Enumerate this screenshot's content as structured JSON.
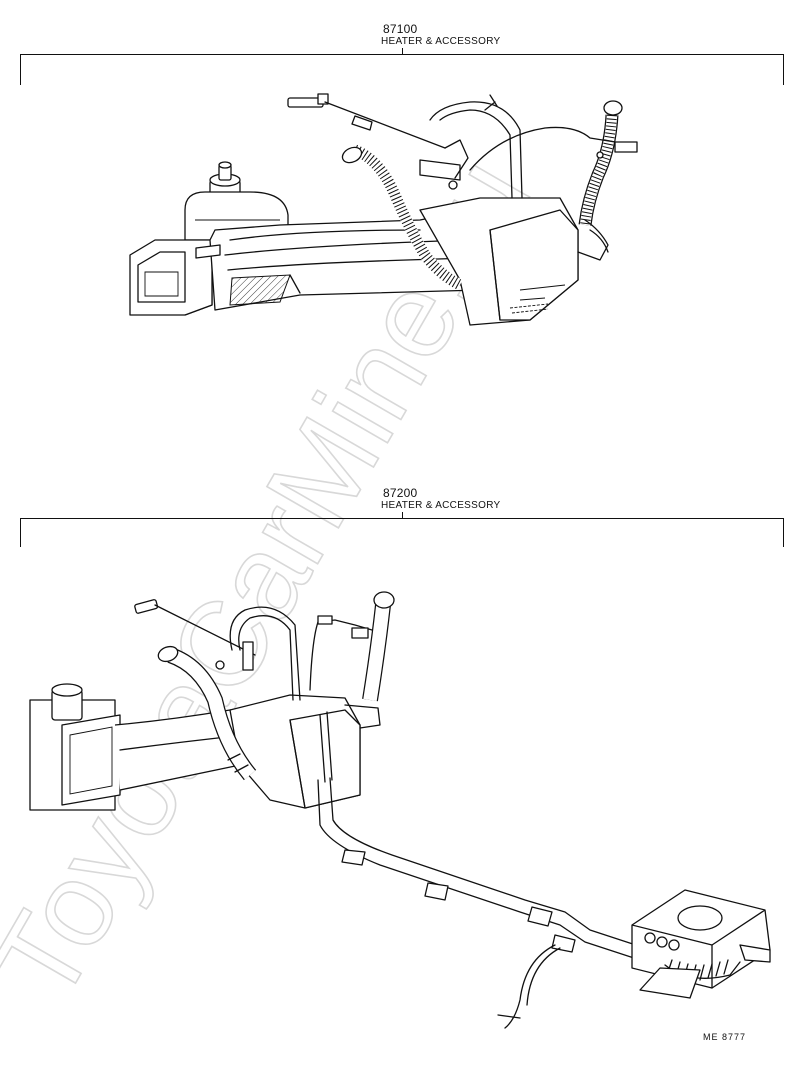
{
  "sections": [
    {
      "part_number": "87100",
      "title": "HEATER & ACCESSORY"
    },
    {
      "part_number": "87200",
      "title": "HEATER & ACCESSORY"
    }
  ],
  "watermark": "ToyotaCarMine.ru",
  "drawing_code": "ME  8777"
}
